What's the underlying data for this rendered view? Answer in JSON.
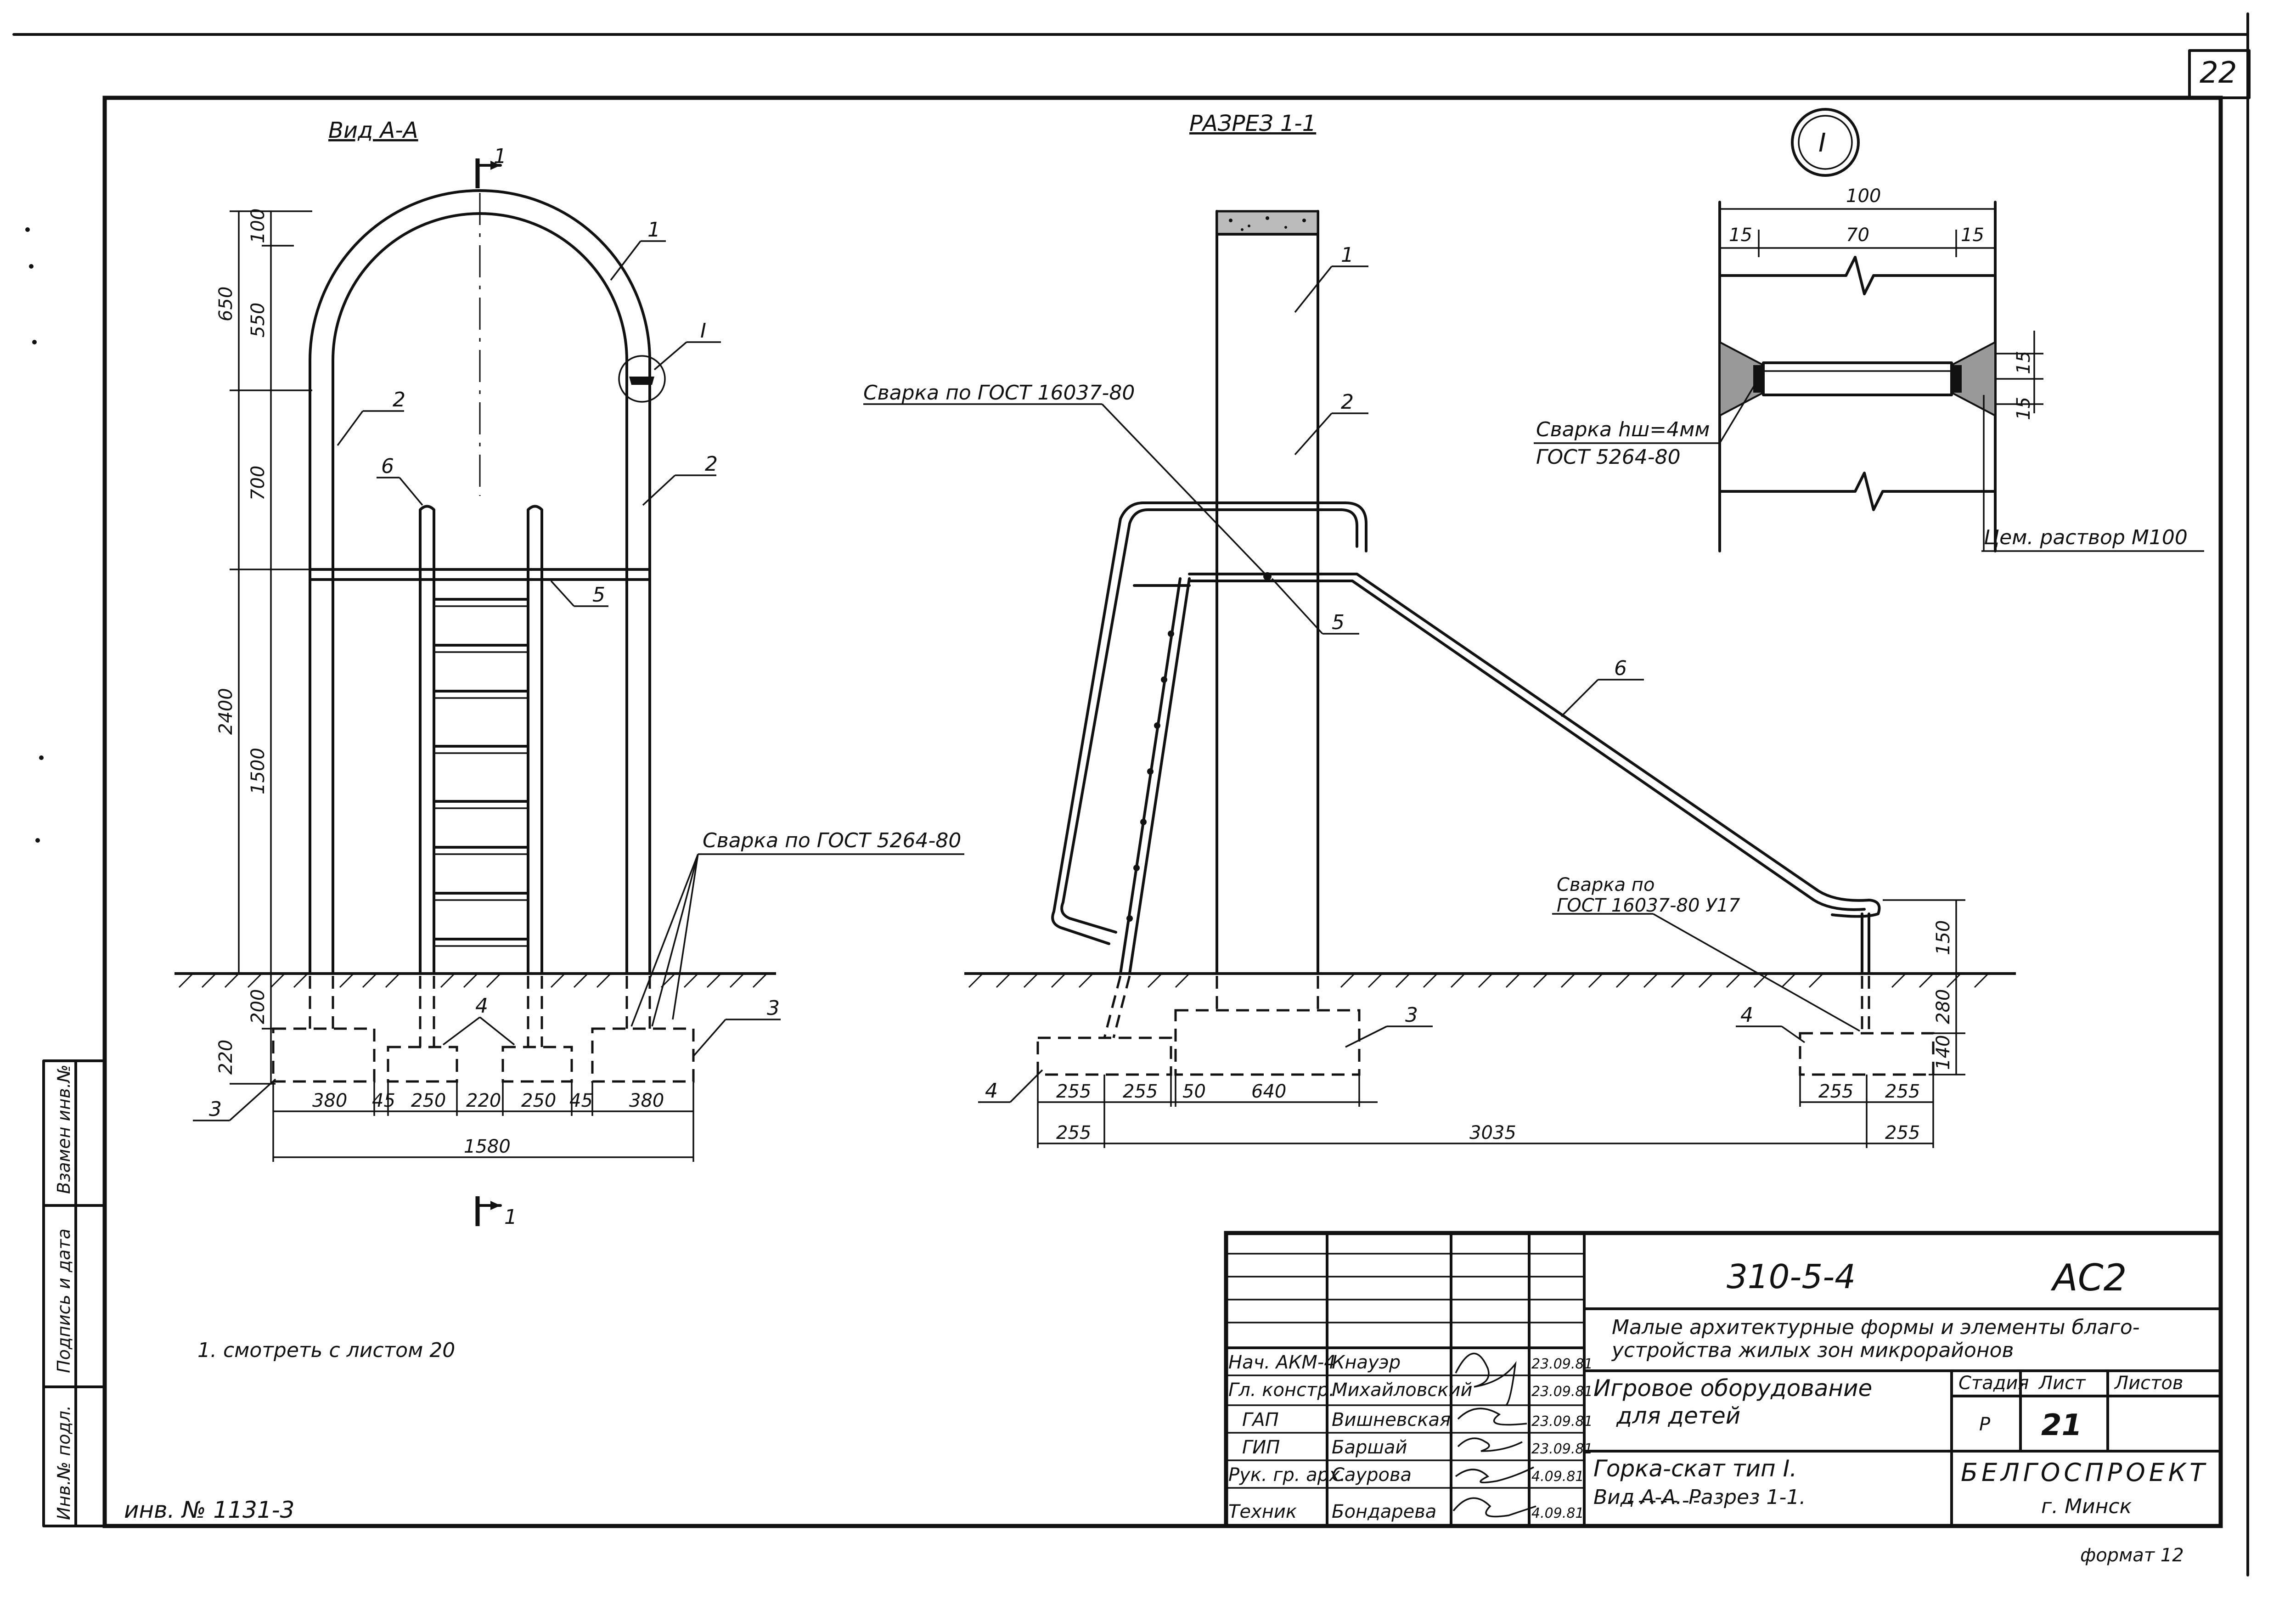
{
  "sheet": {
    "page_number": "22",
    "format": "формат 12",
    "inventory": "инв. № 1131-3",
    "note": "1. смотреть с листом 20"
  },
  "side_stamp": {
    "cells": [
      "Взамен инв.№",
      "Подпись и дата",
      "Инв.№ подл."
    ]
  },
  "view_a": {
    "title": "Вид А-А",
    "section_mark": "1",
    "callouts": [
      "1",
      "2",
      "2",
      "6",
      "5",
      "3",
      "3",
      "4",
      "I"
    ],
    "weld_note": "Сварка по ГОСТ 5264-80",
    "vertical_dims": [
      "650",
      "100",
      "550",
      "700",
      "2400",
      "1500",
      "200",
      "220"
    ],
    "bottom_dims": [
      "380",
      "45",
      "250",
      "220",
      "250",
      "45",
      "380"
    ],
    "total_dim": "1580"
  },
  "section_1_1": {
    "title": "РАЗРЕЗ 1-1",
    "callouts": [
      "1",
      "2",
      "5",
      "6",
      "3",
      "4",
      "4"
    ],
    "weld_note_1": "Сварка по ГОСТ 16037-80",
    "weld_note_2_line1": "Сварка по",
    "weld_note_2_line2": "ГОСТ 16037-80 У17",
    "bottom_dims_row1": [
      "255",
      "255",
      "50",
      "640",
      "255",
      "255"
    ],
    "bottom_dims_row2": [
      "255",
      "3035",
      "255"
    ],
    "right_dims": [
      "150",
      "280",
      "140"
    ]
  },
  "detail_i": {
    "mark": "I",
    "dims": [
      "100",
      "15",
      "70",
      "15",
      "15",
      "15"
    ],
    "weld_note_line1": "Сварка hш=4мм",
    "weld_note_line2": "ГОСТ 5264-80",
    "mortar_note": "Цем. раствор М100"
  },
  "title_block": {
    "code": "310-5-4",
    "sheet_code": "АС2",
    "description_line1": "Малые архитектурные формы и элементы благо-",
    "description_line2": "устройства жилых зон микрорайонов",
    "object_line1": "Игровое оборудование",
    "object_line2": "для детей",
    "drawing_line1": "Горка-скат тип I.",
    "drawing_line2": "Вид А-А.  Разрез 1-1.",
    "stage_header": "Стадия",
    "sheet_header": "Лист",
    "sheets_header": "Листов",
    "stage": "Р",
    "sheet": "21",
    "org_line1": "БЕЛГОСПРОЕКТ",
    "org_line2": "г. Минск",
    "people": [
      {
        "role": "Нач. АКМ-4",
        "name": "Кнауэр",
        "date": "23.09.81"
      },
      {
        "role": "Гл. констр.",
        "name": "Михайловский",
        "date": "23.09.81"
      },
      {
        "role": "ГАП",
        "name": "Вишневская",
        "date": "23.09.81"
      },
      {
        "role": "ГИП",
        "name": "Баршай",
        "date": "23.09.81"
      },
      {
        "role": "Рук. гр. арх.",
        "name": "Саурова",
        "date": "4.09.81"
      },
      {
        "role": "Техник",
        "name": "Бондарева",
        "date": "4.09.81"
      }
    ]
  }
}
